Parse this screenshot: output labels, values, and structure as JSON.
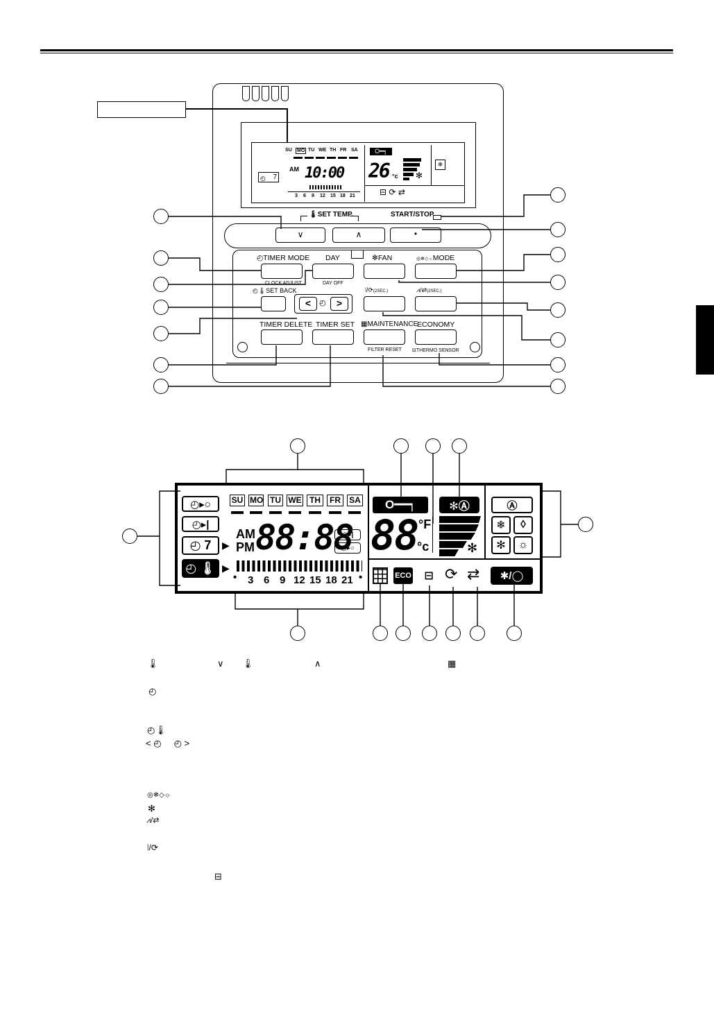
{
  "header": {
    "rule": true
  },
  "remote": {
    "days": [
      "SU",
      "MO",
      "TU",
      "WE",
      "TH",
      "FR",
      "SA"
    ],
    "time_ampm": "AM",
    "time": "10:00",
    "timer_day": "7",
    "temp": "26",
    "temp_unit": "°c",
    "hour_scale": [
      "3",
      "6",
      "9",
      "12",
      "15",
      "18",
      "21"
    ],
    "buttons": {
      "set_temp": "SET TEMP.",
      "start_stop": "START/STOP",
      "timer_mode": "TIMER MODE",
      "clock_adjust": "CLOCK ADJUST",
      "day": "DAY",
      "day_off": "DAY OFF",
      "fan": "FAN",
      "mode": "MODE",
      "set_back": "SET BACK",
      "two_sec_a": "(2SEC.)",
      "two_sec_b": "(2SEC.)",
      "timer_delete": "TIMER DELETE",
      "timer_set": "TIMER SET",
      "maintenance": "MAINTENANCE",
      "filter_reset": "FILTER RESET",
      "economy": "ECONOMY",
      "thermo_sensor": "THERMO SENSOR"
    }
  },
  "display": {
    "days": [
      "SU",
      "MO",
      "TU",
      "WE",
      "TH",
      "FR",
      "SA"
    ],
    "am": "AM",
    "pm": "PM",
    "time": "88:88",
    "temp": "88",
    "unit_f": "°F",
    "unit_c": "°c",
    "timer_day": "7",
    "hour_scale": [
      "3",
      "6",
      "9",
      "12",
      "15",
      "18",
      "21"
    ],
    "eco": "ECO"
  }
}
